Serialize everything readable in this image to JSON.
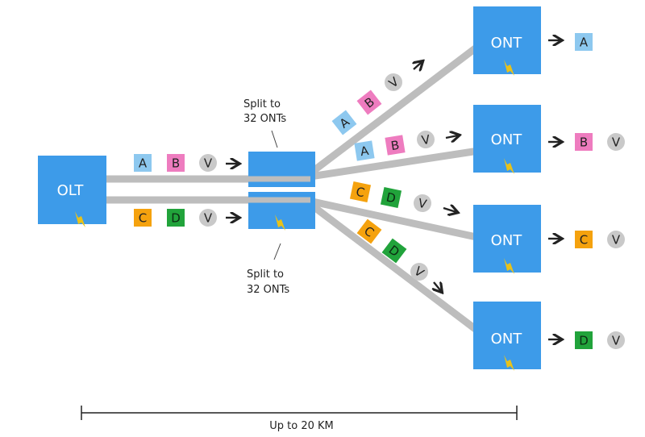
{
  "olt": {
    "label": "OLT"
  },
  "splitter": {
    "top_label_line1": "Split to",
    "top_label_line2": "32 ONTs",
    "bottom_label_line1": "Split to",
    "bottom_label_line2": "32 ONTs"
  },
  "onts": [
    {
      "label": "ONT",
      "output": [
        "A"
      ]
    },
    {
      "label": "ONT",
      "output": [
        "B",
        "V"
      ]
    },
    {
      "label": "ONT",
      "output": [
        "C",
        "V"
      ]
    },
    {
      "label": "ONT",
      "output": [
        "D",
        "V"
      ]
    }
  ],
  "streams": {
    "upper_feed": [
      "A",
      "B",
      "V"
    ],
    "lower_feed": [
      "C",
      "D",
      "V"
    ],
    "branch_1": [
      "A",
      "B",
      "V"
    ],
    "branch_2": [
      "A",
      "B",
      "V"
    ],
    "branch_3": [
      "C",
      "D",
      "V"
    ],
    "branch_4": [
      "C",
      "D",
      "V"
    ]
  },
  "distance": {
    "label": "Up to 20 KM"
  },
  "colors": {
    "box": "#3d9be9",
    "fiber": "#bdbdbd",
    "bolt": "#e8c21a",
    "A": "#8dc8ef",
    "B": "#ee7cbf",
    "C": "#f5a20e",
    "D": "#21a33b",
    "V": "#c9c9c9"
  }
}
